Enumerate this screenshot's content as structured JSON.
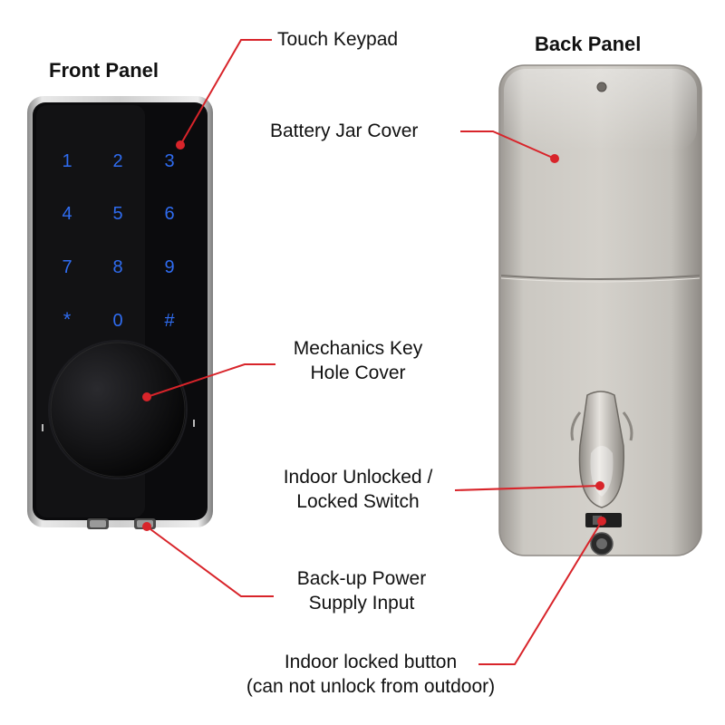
{
  "titles": {
    "front": "Front Panel",
    "back": "Back Panel"
  },
  "keypad": {
    "keys": [
      "1",
      "2",
      "3",
      "4",
      "5",
      "6",
      "7",
      "8",
      "9",
      "*",
      "0",
      "#"
    ],
    "key_color": "#2f6cf0"
  },
  "callouts": {
    "touch_keypad": "Touch Keypad",
    "battery_jar_cover": "Battery Jar Cover",
    "mech_key_line1": "Mechanics Key",
    "mech_key_line2": "Hole Cover",
    "indoor_switch_line1": "Indoor Unlocked /",
    "indoor_switch_line2": "Locked Switch",
    "backup_line1": "Back-up Power",
    "backup_line2": "Supply Input",
    "locked_button_line1": "Indoor locked button",
    "locked_button_line2": "(can not unlock from outdoor)"
  },
  "colors": {
    "leader_line": "#d8242a",
    "front_face": "#0b0b0d",
    "back_metal": "#c9c6c0"
  }
}
